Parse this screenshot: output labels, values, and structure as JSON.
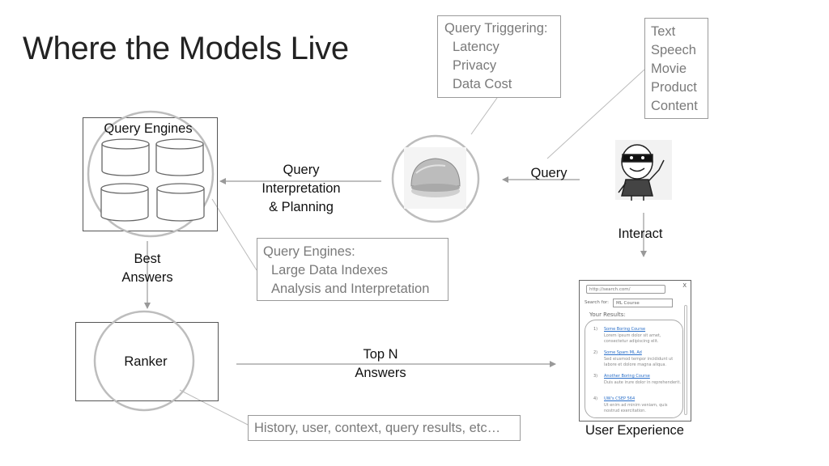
{
  "title": "Where the Models Live",
  "notes": {
    "query_triggering": {
      "heading": "Query Triggering:",
      "items": [
        "Latency",
        "Privacy",
        "Data Cost"
      ]
    },
    "content_types": {
      "items": [
        "Text",
        "Speech",
        "Movie",
        "Product",
        "Content"
      ]
    },
    "query_engines_note": {
      "heading": "Query Engines:",
      "items": [
        "Large Data Indexes",
        "Analysis and Interpretation"
      ]
    },
    "context_note": {
      "text": "History, user, context, query results, etc…"
    }
  },
  "nodes": {
    "query_engines": "Query Engines",
    "ranker": "Ranker",
    "user_experience": "User Experience"
  },
  "edges": {
    "query": "Query",
    "interpretation_1": "Query",
    "interpretation_2": "Interpretation",
    "interpretation_3": "& Planning",
    "interact": "Interact",
    "best_answers_1": "Best",
    "best_answers_2": "Answers",
    "top_n_1": "Top N",
    "top_n_2": "Answers"
  },
  "mock_browser": {
    "url": "http://search.com/",
    "close": "X",
    "search_label": "Search for:",
    "search_value": "ML Course",
    "results_title": "Your Results:",
    "results": [
      {
        "num": "1)",
        "link": "Some Boring Course",
        "snippet": "Lorem ipsum dolor sit amet, consectetur adipiscing elit."
      },
      {
        "num": "2)",
        "link": "Some Spam ML Ad",
        "snippet": "Sed eiusmod tempor incididunt ut labore et dolore magna aliqua."
      },
      {
        "num": "3)",
        "link": "Another Boring Course",
        "snippet": "Duis aute irure dolor in reprehenderit."
      },
      {
        "num": "4)",
        "link": "UW's CSEP 564",
        "snippet": "Ut enim ad minim veniam, quis nostrud exercitation."
      }
    ]
  },
  "colors": {
    "note_border": "#9a9a9a",
    "note_text": "#7a7a7a",
    "circle": "#bdbdbd",
    "box": "#555555",
    "arrow": "#999999",
    "link": "#2a6fc9"
  },
  "icons": [
    "database-icon",
    "hamburger-bun-icon",
    "masked-figure-icon"
  ]
}
